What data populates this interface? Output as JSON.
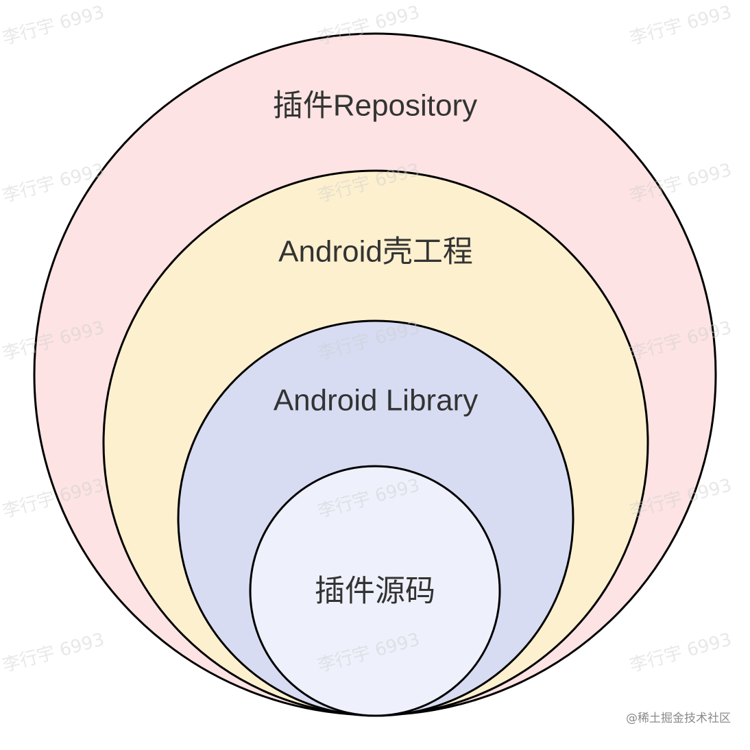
{
  "diagram": {
    "type": "nested-circles",
    "layers": [
      {
        "label": "插件Repository",
        "fill": "#fde3e3"
      },
      {
        "label": "Android壳工程",
        "fill": "#fdf0cf"
      },
      {
        "label": "Android Library",
        "fill": "#d7dcf2"
      },
      {
        "label": "插件源码",
        "fill": "#eef1fb"
      }
    ],
    "stroke_color": "#000000",
    "text_color": "#333333"
  },
  "watermark": {
    "text": "李行宇 6993"
  },
  "credit": {
    "text": "@稀土掘金技术社区"
  }
}
